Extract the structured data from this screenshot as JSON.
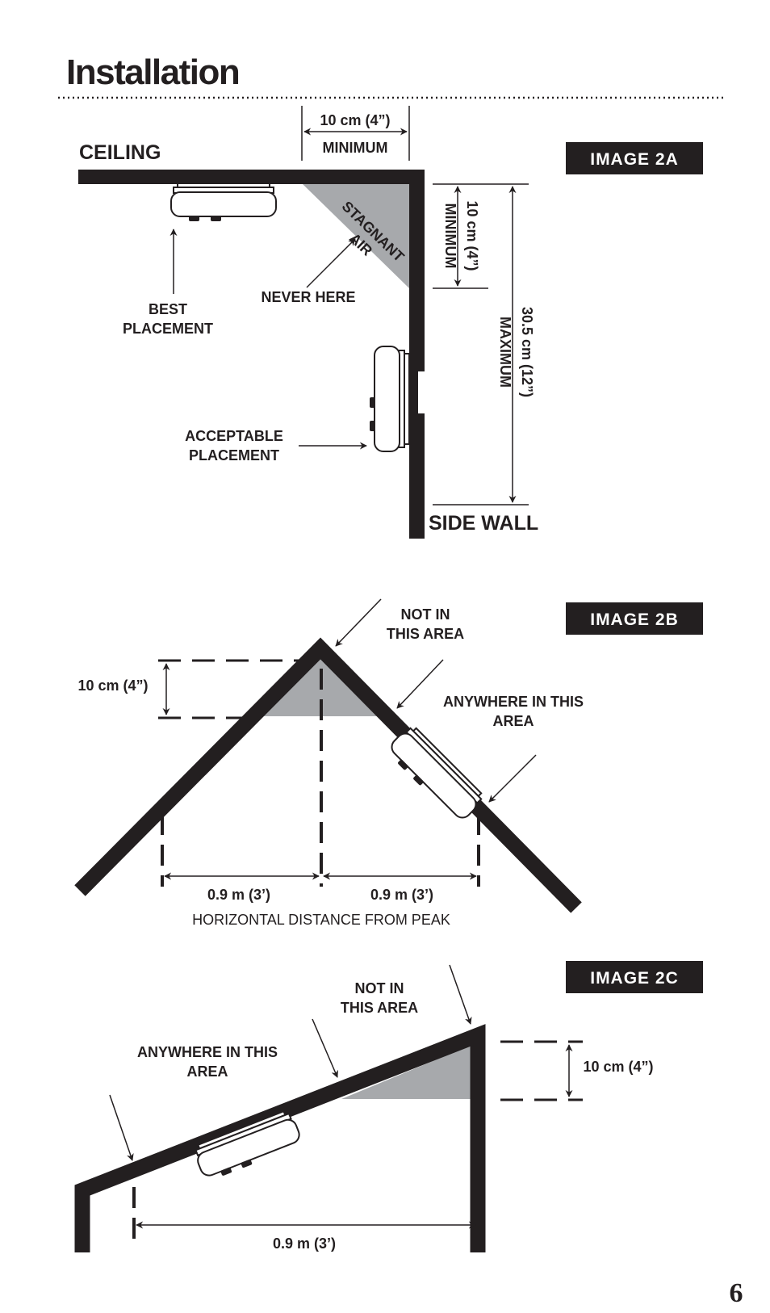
{
  "page": {
    "title": "Installation",
    "page_number": "6"
  },
  "image_2a": {
    "badge": "IMAGE 2A",
    "ceiling": "CEILING",
    "side_wall": "SIDE WALL",
    "top_min_value": "10 cm (4”)",
    "top_min_label": "MINIMUM",
    "wall_min_value": "10 cm (4”)",
    "wall_min_label": "MINIMUM",
    "wall_max_value": "30.5 cm (12”)",
    "wall_max_label": "MAXIMUM",
    "stagnant_line1": "STAGNANT",
    "stagnant_line2": "AIR",
    "never_here": "NEVER HERE",
    "best_line1": "BEST",
    "best_line2": "PLACEMENT",
    "acceptable_line1": "ACCEPTABLE",
    "acceptable_line2": "PLACEMENT"
  },
  "image_2b": {
    "badge": "IMAGE 2B",
    "not_in_line1": "NOT IN",
    "not_in_line2": "THIS AREA",
    "anywhere_line1": "ANYWHERE IN THIS",
    "anywhere_line2": "AREA",
    "depth": "10 cm (4”)",
    "left_distance": "0.9 m (3’)",
    "right_distance": "0.9 m (3’)",
    "horizontal_caption": "HORIZONTAL DISTANCE FROM PEAK"
  },
  "image_2c": {
    "badge": "IMAGE 2C",
    "not_in_line1": "NOT IN",
    "not_in_line2": "THIS AREA",
    "anywhere_line1": "ANYWHERE IN THIS",
    "anywhere_line2": "AREA",
    "depth": "10 cm (4”)",
    "distance": "0.9 m (3’)"
  },
  "colors": {
    "ink": "#231f20",
    "shade": "#a7a9ac"
  }
}
